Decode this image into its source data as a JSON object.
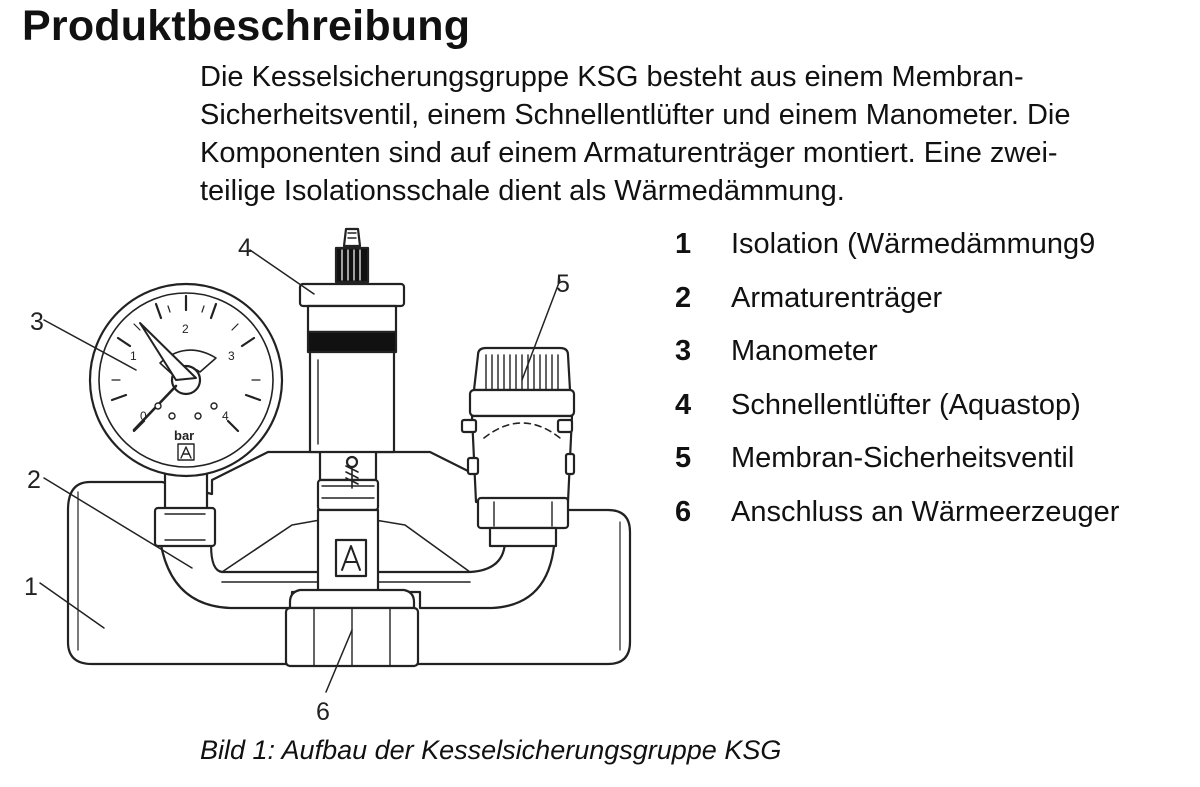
{
  "heading": "Produktbeschreibung",
  "intro_lines": [
    "Die Kesselsicherungsgruppe KSG besteht aus einem Membran-",
    "Sicherheitsventil, einem Schnellentlüfter und einem Manometer. Die",
    "Komponenten sind auf einem Armaturenträger montiert. Eine zwei-",
    "teilige Isolationsschale dient als Wärmedämmung."
  ],
  "legend": [
    {
      "num": "1",
      "text": "Isolation (Wärmedämmung9"
    },
    {
      "num": "2",
      "text": "Armaturenträger"
    },
    {
      "num": "3",
      "text": "Manometer"
    },
    {
      "num": "4",
      "text": "Schnellentlüfter (Aquastop)"
    },
    {
      "num": "5",
      "text": "Membran-Sicherheitsventil"
    },
    {
      "num": "6",
      "text": "Anschluss an Wärmeerzeuger"
    }
  ],
  "figure": {
    "callouts": [
      "1",
      "2",
      "3",
      "4",
      "5",
      "6"
    ],
    "gauge": {
      "unit": "bar",
      "scale": [
        "0",
        "1",
        "2",
        "3",
        "4"
      ],
      "needle_value_bar": 1.0,
      "logo": "A"
    },
    "carrier_logo": "A"
  },
  "caption": "Bild 1: Aufbau der Kesselsicherungsgruppe KSG"
}
